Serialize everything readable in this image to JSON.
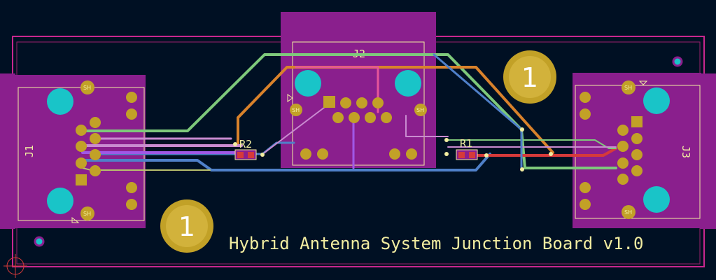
{
  "app": {
    "view": "PCB layout editor canvas"
  },
  "board": {
    "title": "Hybrid Antenna System Junction Board v1.0",
    "mount_hole_number": "1",
    "connectors": {
      "j1": "J1",
      "j2": "J2",
      "j3": "J3"
    },
    "resistors": {
      "r1": "R1",
      "r2": "R2"
    },
    "shield_pad_label": "SH"
  },
  "colors": {
    "background": "#001023",
    "board_edge": "#c8278f",
    "footprint": "#8a1f8d",
    "silkscreen": "#f2eda1",
    "pad": "#c2a127",
    "track_green": "#7ec97b",
    "track_orange": "#d9822b",
    "track_pink": "#e6559a",
    "track_lavender": "#c98bd0",
    "track_blue": "#4f80c9",
    "track_red": "#d63a3a",
    "track_purple": "#a058e6",
    "track_olive": "#b8c06d",
    "mounting_hole": "#19c4c8"
  }
}
